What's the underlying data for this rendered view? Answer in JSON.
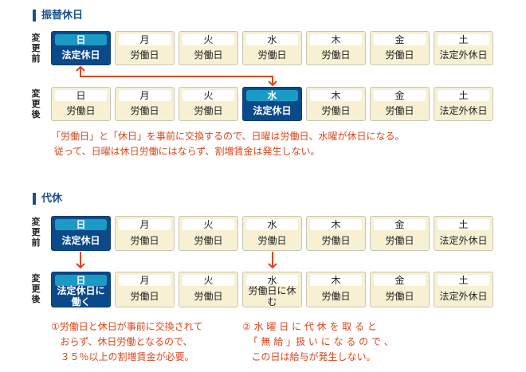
{
  "colors": {
    "accent": "#d9461b",
    "holiday": "#0b4a8a",
    "day_pill": "#1b9bc4",
    "workday": "#f7f0d3"
  },
  "section1": {
    "title": "振替休日",
    "before_label": "変更前",
    "after_label": "変更後",
    "before": [
      {
        "day": "日",
        "label": "法定休日",
        "highlight": true
      },
      {
        "day": "月",
        "label": "労働日"
      },
      {
        "day": "火",
        "label": "労働日"
      },
      {
        "day": "水",
        "label": "労働日"
      },
      {
        "day": "木",
        "label": "労働日"
      },
      {
        "day": "金",
        "label": "労働日"
      },
      {
        "day": "土",
        "label": "法定外休日"
      }
    ],
    "after": [
      {
        "day": "日",
        "label": "労働日"
      },
      {
        "day": "月",
        "label": "労働日"
      },
      {
        "day": "火",
        "label": "労働日"
      },
      {
        "day": "水",
        "label": "法定休日",
        "highlight": true
      },
      {
        "day": "木",
        "label": "労働日"
      },
      {
        "day": "金",
        "label": "労働日"
      },
      {
        "day": "土",
        "label": "法定外休日"
      }
    ],
    "note": "「労働日」と「休日」を事前に交換するので、日曜は労働日、水曜が休日になる。\n 従って、日曜は休日労働にはならず、割増賃金は発生しない。"
  },
  "section2": {
    "title": "代休",
    "before_label": "変更前",
    "after_label": "変更後",
    "before": [
      {
        "day": "日",
        "label": "法定休日",
        "highlight": true
      },
      {
        "day": "月",
        "label": "労働日"
      },
      {
        "day": "火",
        "label": "労働日"
      },
      {
        "day": "水",
        "label": "労働日"
      },
      {
        "day": "木",
        "label": "労働日"
      },
      {
        "day": "金",
        "label": "労働日"
      },
      {
        "day": "土",
        "label": "法定外休日"
      }
    ],
    "after": [
      {
        "day": "日",
        "label": "法定休日に働く",
        "highlight": true
      },
      {
        "day": "月",
        "label": "労働日"
      },
      {
        "day": "火",
        "label": "労働日"
      },
      {
        "day": "水",
        "label": "労働日に休む"
      },
      {
        "day": "木",
        "label": "労働日"
      },
      {
        "day": "金",
        "label": "労働日"
      },
      {
        "day": "土",
        "label": "法定外休日"
      }
    ],
    "note1": "①労働日と休日が事前に交換されて\n   おらず、休日労働となるので、\n   ３５％以上の割増賃金が必要。",
    "note2": "② 水 曜 日 に 代 休 を 取 る と\n  「 無 給 」扱 い に な る の で 、\n   この日は給与が発生しない。"
  }
}
